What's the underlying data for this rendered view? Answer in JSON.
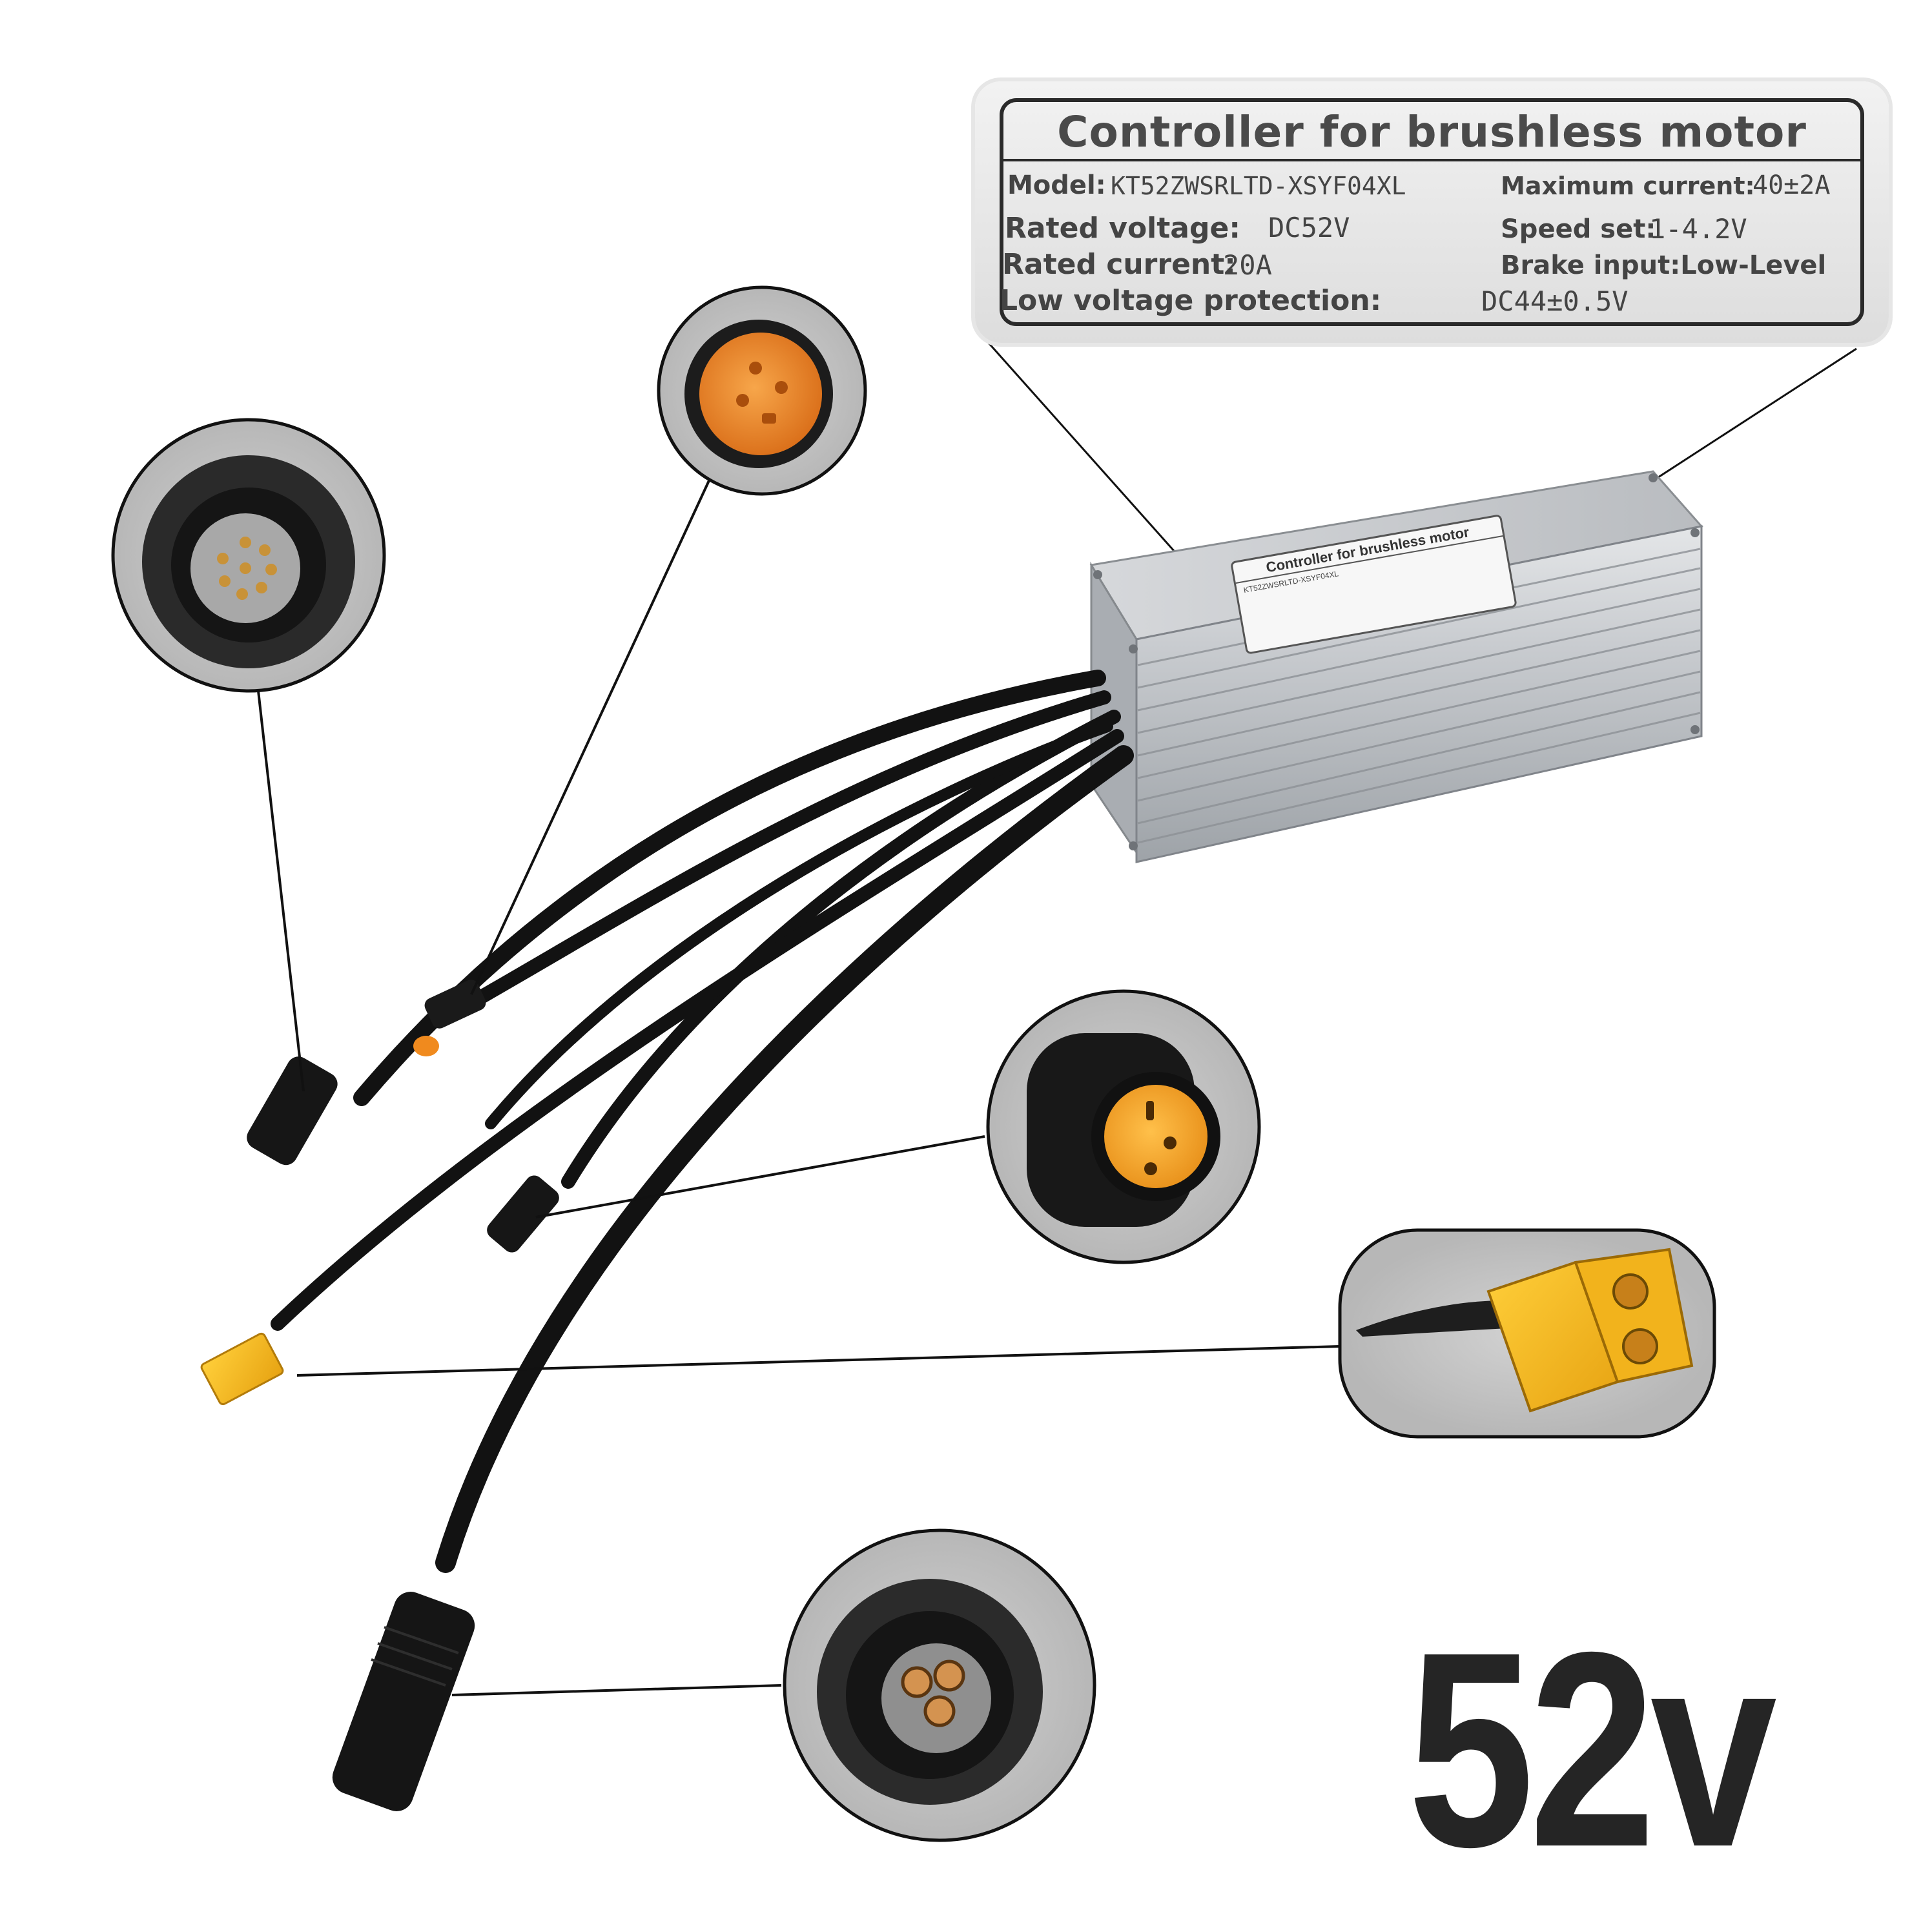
{
  "spec_label": {
    "title": "Controller for brushless motor",
    "model_label": "Model:",
    "model_value": "KT52ZWSRLTD-XSYF04XL",
    "max_current_label": "Maximum current:",
    "max_current_value": "40±2A",
    "rated_voltage_label": "Rated voltage:",
    "rated_voltage_value": "DC52V",
    "speed_set_label": "Speed set:",
    "speed_set_value": "1-4.2V",
    "rated_current_label": "Rated current:",
    "rated_current_value": "20A",
    "brake_input_label": "Brake input:Low-Level",
    "low_voltage_label": "Low voltage protection:",
    "low_voltage_value": "DC44±0.5V"
  },
  "voltage_badge": "52v",
  "colors": {
    "cable": "#111111",
    "connector_orange": "#f0a020",
    "xt60_yellow": "#f5b81e",
    "callout_gray": "#c8c8c8",
    "housing_silver": "#b8bcc0"
  }
}
